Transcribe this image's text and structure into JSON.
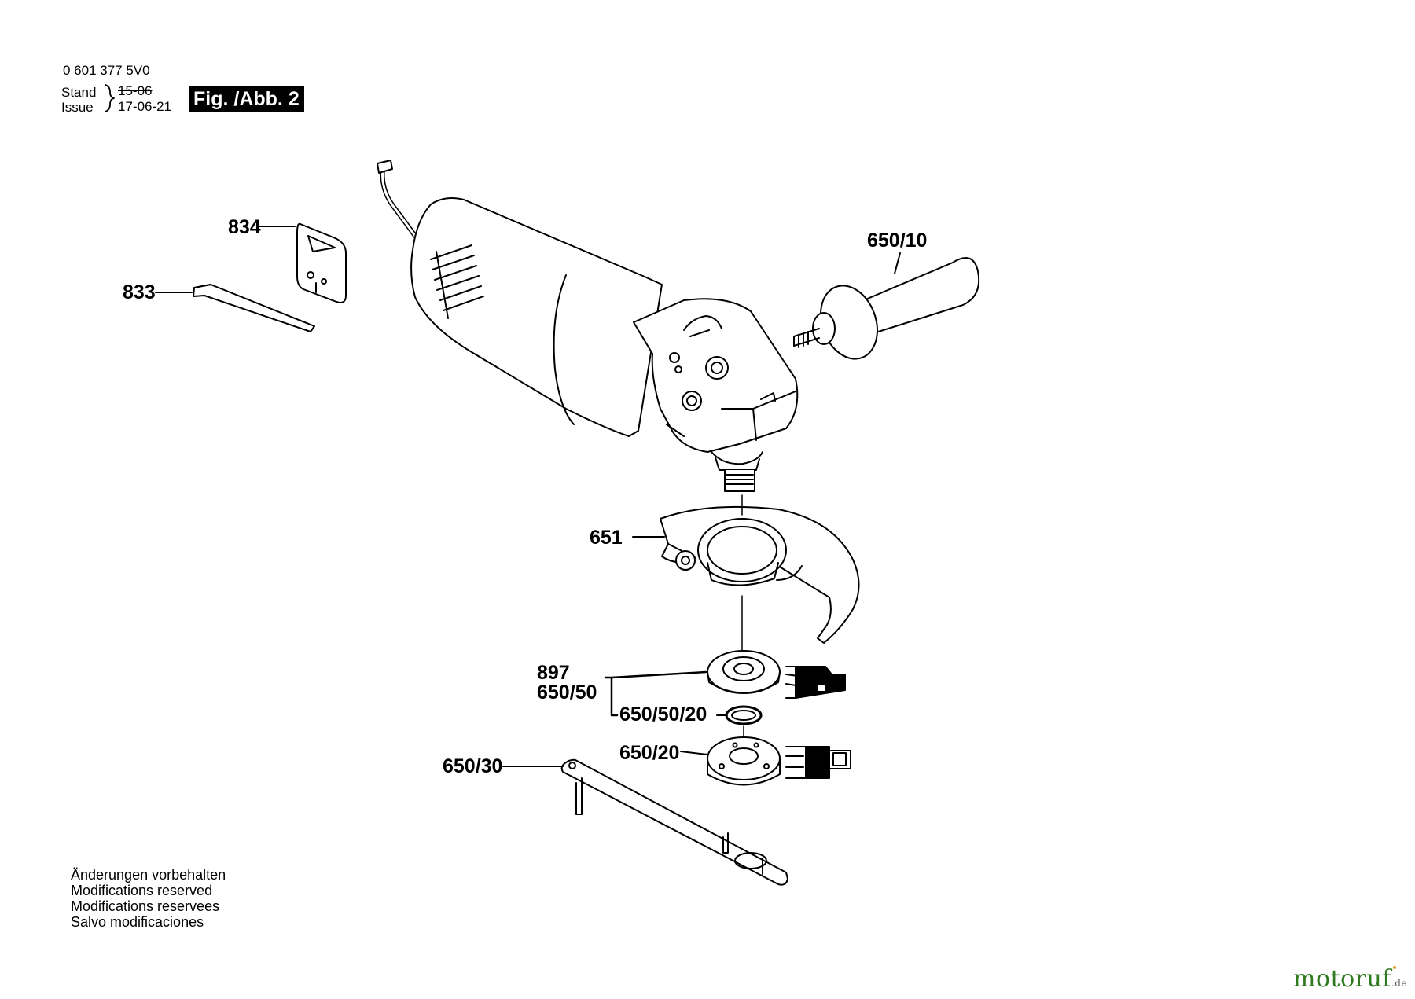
{
  "header": {
    "part_number": "0 601 377 5V0",
    "stand_label": "Stand",
    "issue_label": "Issue",
    "stand_date": "15-06",
    "issue_date": "17-06-21",
    "figure_label": "Fig. /Abb. 2"
  },
  "callouts": {
    "c834": "834",
    "c833": "833",
    "c650_10": "650/10",
    "c651": "651",
    "c897": "897",
    "c650_50": "650/50",
    "c650_50_20": "650/50/20",
    "c650_20": "650/20",
    "c650_30": "650/30"
  },
  "notes": [
    "Änderungen vorbehalten",
    "Modifications reserved",
    "Modifications reservees",
    "Salvo modificaciones"
  ],
  "watermark": {
    "name": "motoruf",
    "tld": ".de",
    "color_o": "#2a6fb0",
    "color_text": "#2f7a1f"
  }
}
